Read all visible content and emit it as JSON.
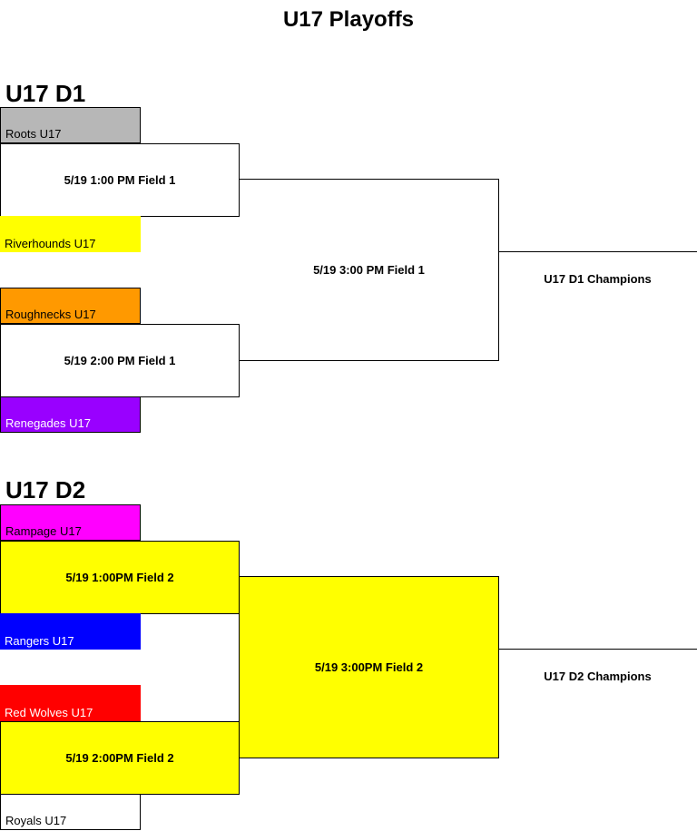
{
  "page": {
    "title": "U17 Playoffs"
  },
  "brackets": [
    {
      "division": "U17 D1",
      "teams": [
        {
          "name": "Roots U17",
          "color": "#b7b7b7",
          "text_color": "#000000"
        },
        {
          "name": "Riverhounds U17",
          "color": "#ffff00",
          "text_color": "#000000"
        },
        {
          "name": "Roughnecks U17",
          "color": "#ff9900",
          "text_color": "#000000"
        },
        {
          "name": "Renegades U17",
          "color": "#9900ff",
          "text_color": "#ffffff"
        }
      ],
      "games": [
        {
          "label": "5/19 1:00 PM Field 1",
          "color": "#ffffff"
        },
        {
          "label": "5/19 2:00 PM Field 1",
          "color": "#ffffff"
        }
      ],
      "final": {
        "label": "5/19 3:00 PM Field 1",
        "color": "#ffffff"
      },
      "champion_label": "U17 D1 Champions"
    },
    {
      "division": "U17 D2",
      "teams": [
        {
          "name": "Rampage U17",
          "color": "#ff00ff",
          "text_color": "#000000"
        },
        {
          "name": "Rangers U17",
          "color": "#0000ff",
          "text_color": "#ffffff"
        },
        {
          "name": "Red Wolves U17",
          "color": "#ff0000",
          "text_color": "#ffffff"
        },
        {
          "name": "Royals U17",
          "color": "#ffffff",
          "text_color": "#000000"
        }
      ],
      "games": [
        {
          "label": "5/19 1:00PM Field 2",
          "color": "#ffff00"
        },
        {
          "label": "5/19 2:00PM Field 2",
          "color": "#ffff00"
        }
      ],
      "final": {
        "label": "5/19 3:00PM Field 2",
        "color": "#ffff00"
      },
      "champion_label": "U17 D2 Champions"
    }
  ]
}
